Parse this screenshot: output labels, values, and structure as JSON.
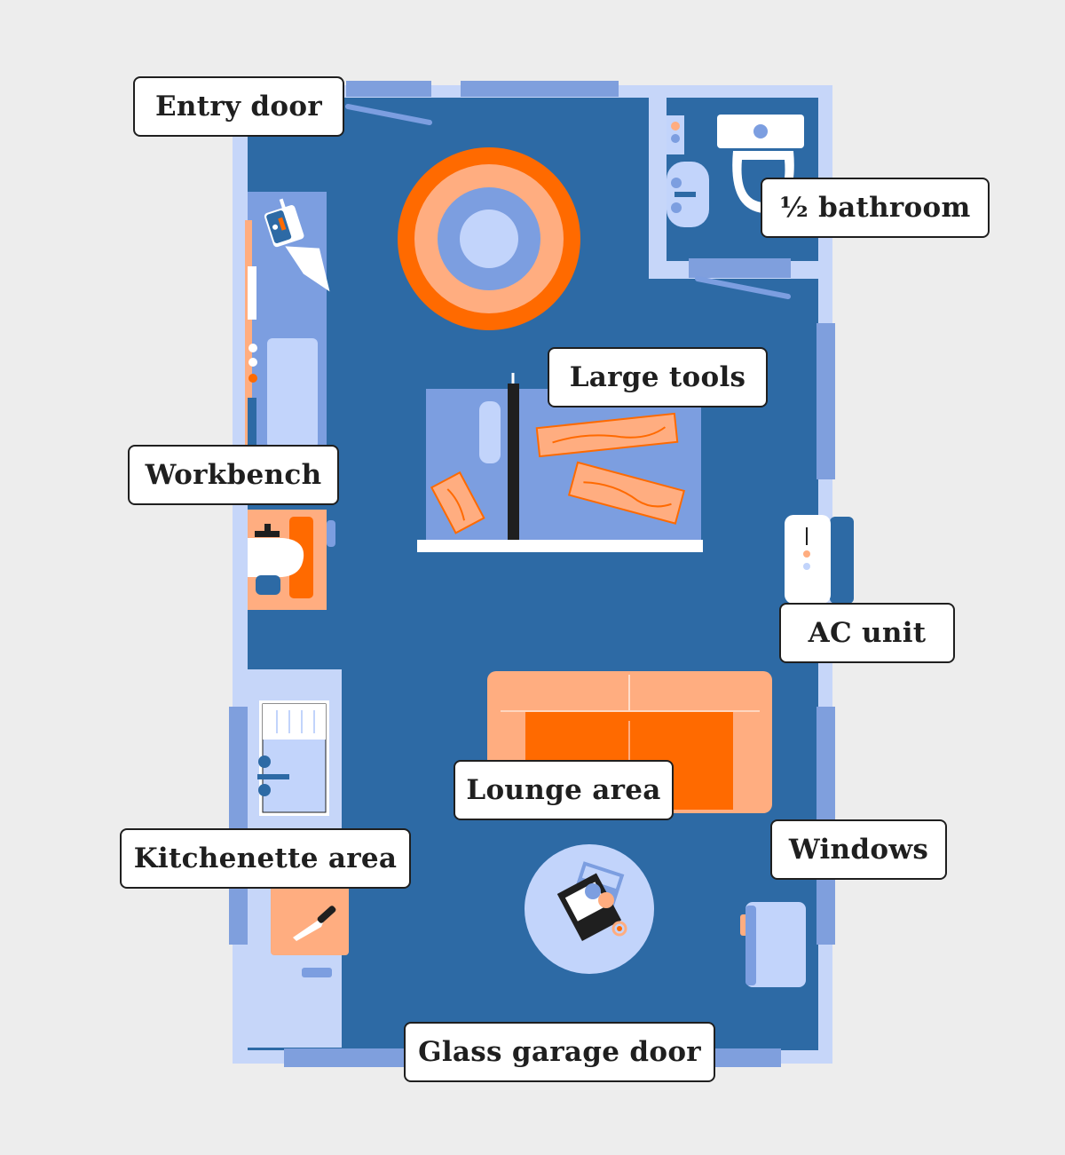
{
  "diagram": {
    "type": "floor-plan",
    "labels": {
      "entry_door": "Entry door",
      "half_bathroom": "½ bathroom",
      "large_tools": "Large tools",
      "workbench": "Workbench",
      "ac_unit": "AC unit",
      "lounge_area": "Lounge area",
      "windows": "Windows",
      "kitchenette_area": "Kitchenette area",
      "glass_garage_door": "Glass garage door"
    },
    "colors": {
      "background": "#ededed",
      "floor": "#2d6aa5",
      "wall": "#c6d6f9",
      "window": "#7f9fdd",
      "orange": "#ff6a00",
      "peach": "#ffad80",
      "light_blue": "#7c9ee0",
      "pale_blue": "#c2d4fb",
      "black": "#1f1f1f",
      "white": "#ffffff"
    },
    "icons": [
      "rug-icon",
      "table-saw-icon",
      "lumber-icon",
      "toilet-icon",
      "bathroom-sink-icon",
      "power-drill-icon",
      "kitchen-sink-icon",
      "refrigerator-icon",
      "knife-icon",
      "sofa-icon",
      "coffee-table-icon",
      "ac-unit-icon",
      "armchair-icon"
    ]
  }
}
